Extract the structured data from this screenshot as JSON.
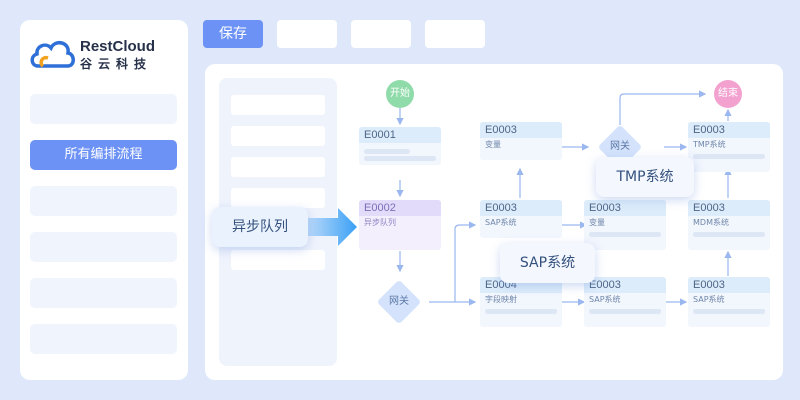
{
  "toolbar": {
    "save_label": "保存"
  },
  "brand": {
    "name": "RestCloud",
    "sub": "谷云科技"
  },
  "sidebar": {
    "active_item": "所有编排流程"
  },
  "callouts": {
    "queue": "异步队列",
    "sap": "SAP系统",
    "tmp": "TMP系统"
  },
  "flow": {
    "start": "开始",
    "end": "结束",
    "gateway_left": "网关",
    "gateway_top": "网关",
    "nodes": {
      "n1": {
        "id": "E0001",
        "label": ""
      },
      "n2": {
        "id": "E0002",
        "label": "异步队列"
      },
      "n3": {
        "id": "E0003",
        "label": "变量"
      },
      "n4": {
        "id": "E0003",
        "label": "SAP系统"
      },
      "n5": {
        "id": "E0004",
        "label": "字段映射"
      },
      "n6": {
        "id": "E0003",
        "label": "变量"
      },
      "n7": {
        "id": "E0003",
        "label": "SAP系统"
      },
      "n8": {
        "id": "E0003",
        "label": "TMP系统"
      },
      "n9": {
        "id": "E0003",
        "label": "MDM系统"
      },
      "n10": {
        "id": "E0003",
        "label": "SAP系统"
      }
    }
  },
  "colors": {
    "primary": "#6d92f5",
    "start": "#8fdba9",
    "end": "#f3a1cf",
    "edge": "#9ab7ef"
  }
}
